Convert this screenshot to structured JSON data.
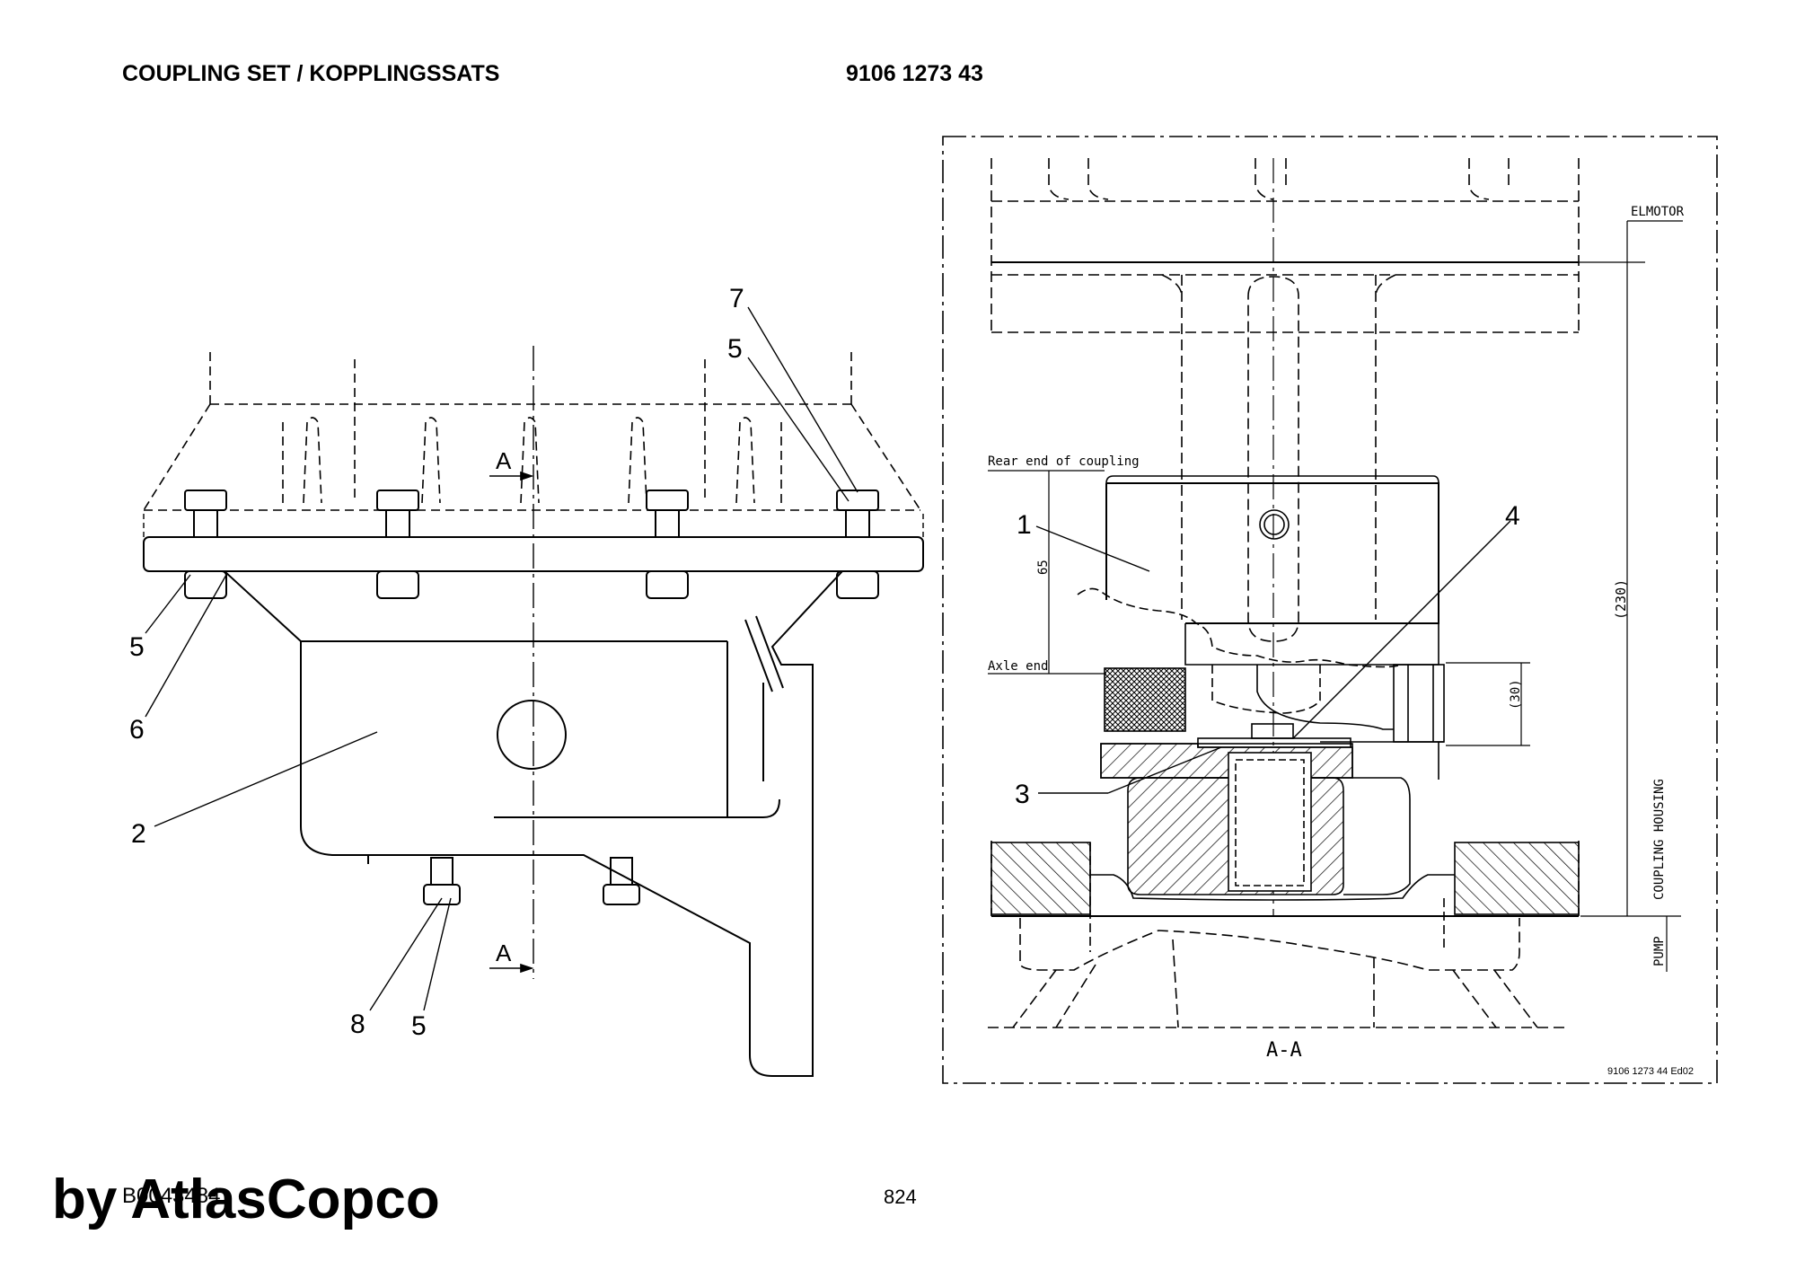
{
  "header": {
    "title": "COUPLING SET / KOPPLINGSSATS",
    "part_number": "9106 1273 43"
  },
  "left_view": {
    "section_marks": [
      "A",
      "A"
    ],
    "callouts": [
      "7",
      "5",
      "5",
      "6",
      "2",
      "8",
      "5"
    ]
  },
  "section_view": {
    "name": "A-A",
    "labels": {
      "elmotor": "ELMOTOR",
      "rear_end": "Rear end of coupling",
      "axle_end": "Axle end",
      "coupling_housing": "COUPLING HOUSING",
      "pump": "PUMP"
    },
    "dimensions": {
      "d65": "65",
      "d30": "(30)",
      "d230": "(230)"
    },
    "callouts": [
      "1",
      "4",
      "3"
    ],
    "drawing_ref": "9106 1273 44 Ed02"
  },
  "footer": {
    "doc_code": "B0043484",
    "page": "824",
    "brand": "by AtlasCopco"
  }
}
